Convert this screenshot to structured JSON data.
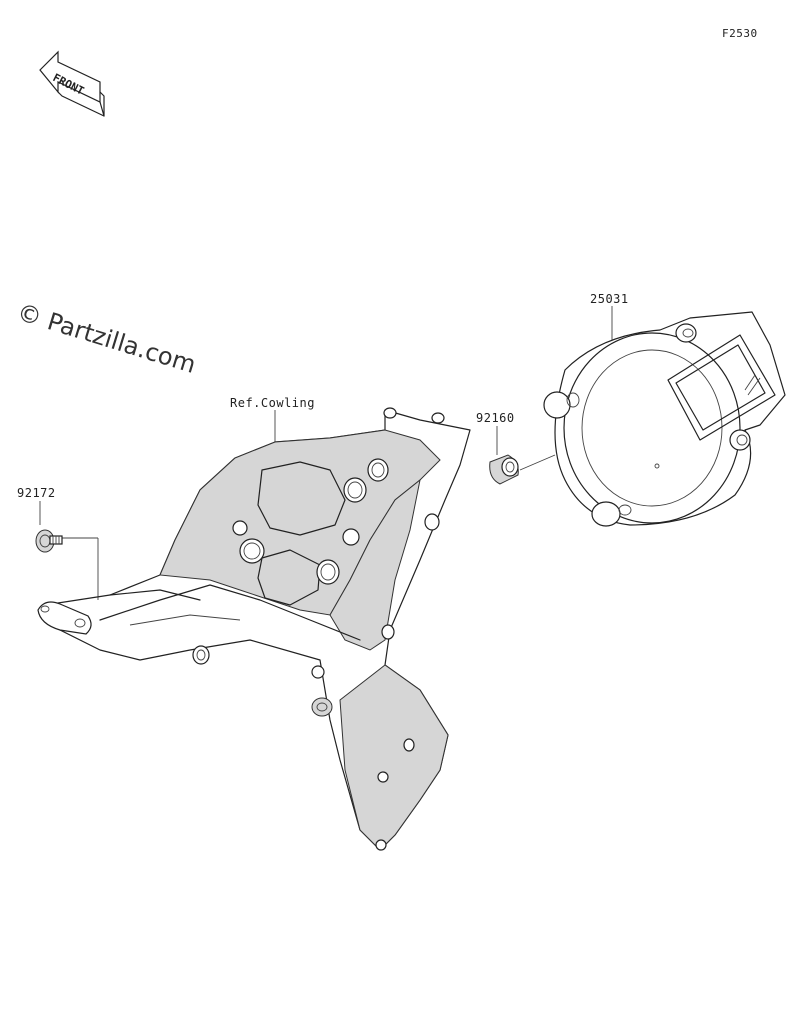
{
  "diagram": {
    "code": "F2530",
    "watermark": "© Partzilla.com",
    "front_arrow_label": "FRONT",
    "parts": [
      {
        "number": "25031",
        "label": "25031"
      },
      {
        "number": "92160",
        "label": "92160"
      },
      {
        "number": "92172",
        "label": "92172"
      },
      {
        "ref": "Ref.Cowling",
        "label": "Ref.Cowling"
      }
    ]
  }
}
